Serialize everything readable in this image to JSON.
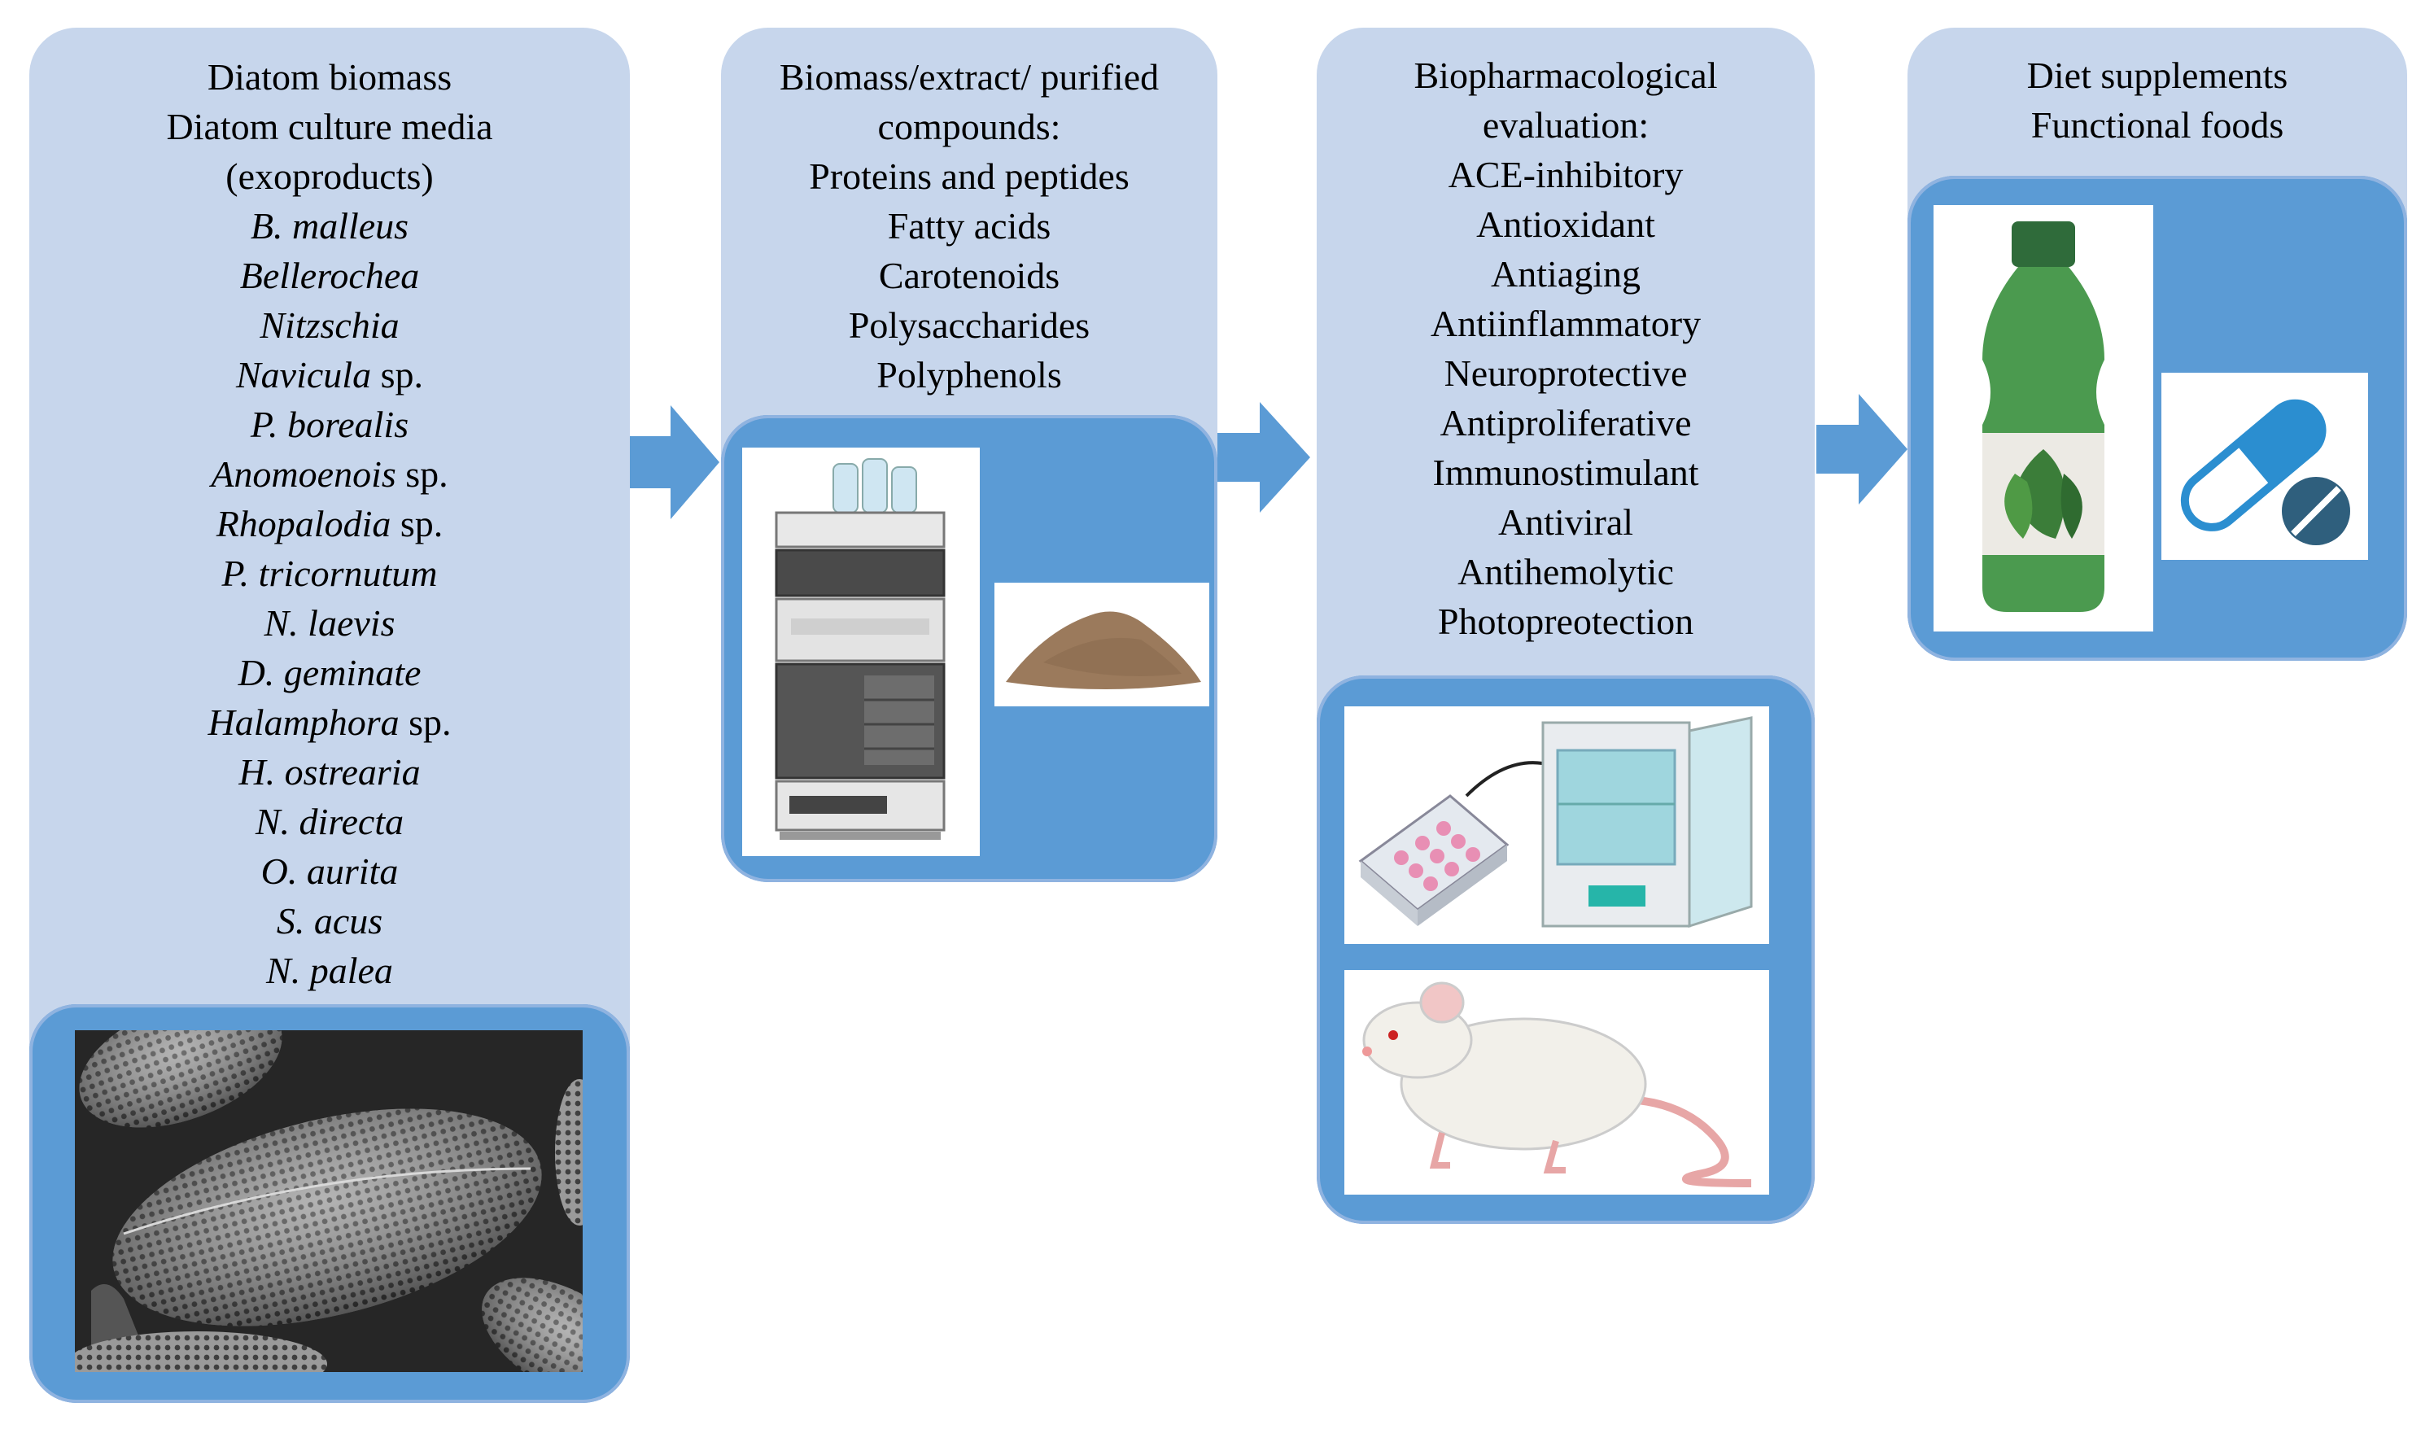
{
  "colors": {
    "card_background": "#c7d6ec",
    "panel_background": "#5b9bd5",
    "arrow_fill": "#5b9bd5"
  },
  "column1": {
    "heading": [
      "Diatom biomass",
      "Diatom culture media",
      "(exoproducts)"
    ],
    "species": [
      {
        "name": "B. malleus",
        "suffix": ""
      },
      {
        "name": "Bellerochea",
        "suffix": ""
      },
      {
        "name": "Nitzschia",
        "suffix": ""
      },
      {
        "name": "Navicula",
        "suffix": " sp."
      },
      {
        "name": "P. borealis",
        "suffix": ""
      },
      {
        "name": "Anomoenois",
        "suffix": " sp."
      },
      {
        "name": "Rhopalodia",
        "suffix": " sp."
      },
      {
        "name": "P. tricornutum",
        "suffix": ""
      },
      {
        "name": "N. laevis",
        "suffix": ""
      },
      {
        "name": "D. geminate",
        "suffix": ""
      },
      {
        "name": "Halamphora",
        "suffix": " sp."
      },
      {
        "name": "H. ostrearia",
        "suffix": ""
      },
      {
        "name": "N. directa",
        "suffix": ""
      },
      {
        "name": "O. aurita",
        "suffix": ""
      },
      {
        "name": "S. acus",
        "suffix": ""
      },
      {
        "name": "N. palea",
        "suffix": ""
      }
    ],
    "image_icon": "diatom-sem-micrograph-icon"
  },
  "column2": {
    "heading": [
      "Biomass/extract/ purified",
      "compounds:"
    ],
    "items": [
      "Proteins and peptides",
      "Fatty acids",
      "Carotenoids",
      "Polysaccharides",
      "Polyphenols"
    ],
    "image_icons": [
      "hplc-instrument-icon",
      "powder-pile-icon"
    ]
  },
  "column3": {
    "heading": [
      "Biopharmacological",
      "evaluation:"
    ],
    "items": [
      "ACE-inhibitory",
      "Antioxidant",
      "Antiaging",
      "Antiinflammatory",
      "Neuroprotective",
      "Antiproliferative",
      "Immunostimulant",
      "Antiviral",
      "Antihemolytic",
      "Photopreotection"
    ],
    "image_icons": [
      "cell-plate-incubator-icon",
      "mouse-icon"
    ]
  },
  "column4": {
    "items": [
      "Diet supplements",
      "Functional foods"
    ],
    "image_icons": [
      "supplement-bottle-icon",
      "capsule-pill-icon"
    ]
  }
}
